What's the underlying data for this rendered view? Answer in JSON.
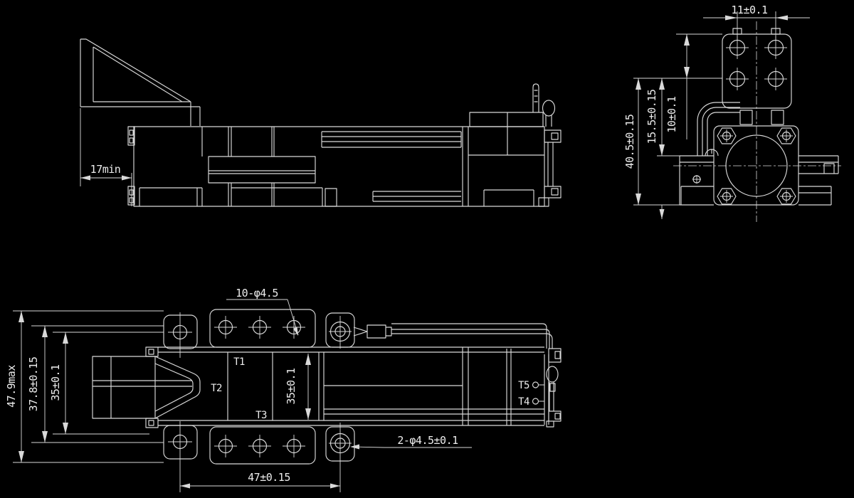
{
  "colors": {
    "background": "#000000",
    "line": "#d9d9d9",
    "text": "#ededed"
  },
  "side_view": {
    "dim_min_clearance": "17min"
  },
  "end_view": {
    "dim_terminal_spacing": "11±0.1",
    "dim_overall_height": "40.5±0.15",
    "dim_upper_height": "15.5±0.15",
    "dim_bracket_offset": "10±0.1"
  },
  "plan_view": {
    "dim_terminal_holes": "10-φ4.5",
    "dim_overall_width": "47.9max",
    "dim_flange_width": "37.8±0.15",
    "dim_body_width": "35±0.1",
    "dim_contact_width": "35±0.1",
    "dim_mount_holes": "2-φ4.5±0.1",
    "dim_mount_spacing": "47±0.15",
    "terminals": {
      "t1": "T1",
      "t2": "T2",
      "t3": "T3",
      "t4": "T4",
      "t5": "T5"
    }
  }
}
